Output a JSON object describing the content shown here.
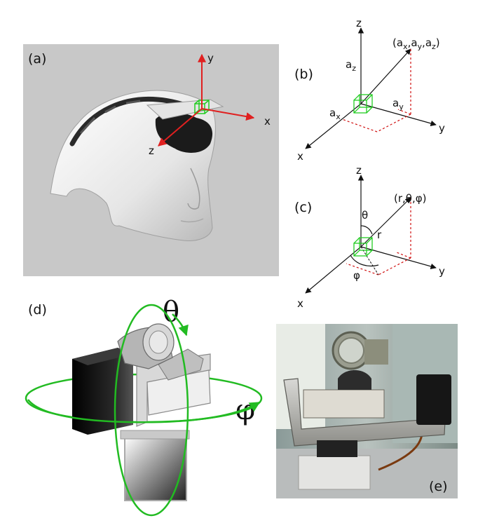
{
  "panels": {
    "a": {
      "label": "(a)",
      "axes": {
        "x": "x",
        "y": "y",
        "z": "z"
      },
      "colors": {
        "background": "#c8c8c8",
        "axis": "#e02020",
        "sensor": "#22cc22"
      }
    },
    "b": {
      "label": "(b)",
      "axes": {
        "x": "x",
        "y": "y",
        "z": "z"
      },
      "components": {
        "az": "a",
        "az_sub": "z",
        "ax": "a",
        "ax_sub": "x",
        "ay": "a",
        "ay_sub": "y"
      },
      "vector_label": "(a",
      "vector_label_parts": [
        "x",
        ",a",
        "y",
        ",a",
        "z",
        ")"
      ],
      "colors": {
        "projection": "#d01010",
        "sensor": "#22cc22"
      }
    },
    "c": {
      "label": "(c)",
      "axes": {
        "x": "x",
        "y": "y",
        "z": "z"
      },
      "theta": "θ",
      "phi": "φ",
      "r": "r",
      "vector_label": "(r,θ,φ)"
    },
    "d": {
      "label": "(d)",
      "theta": "θ",
      "phi": "φ",
      "colors": {
        "rotation": "#22bb22"
      }
    },
    "e": {
      "label": "(e)"
    }
  }
}
